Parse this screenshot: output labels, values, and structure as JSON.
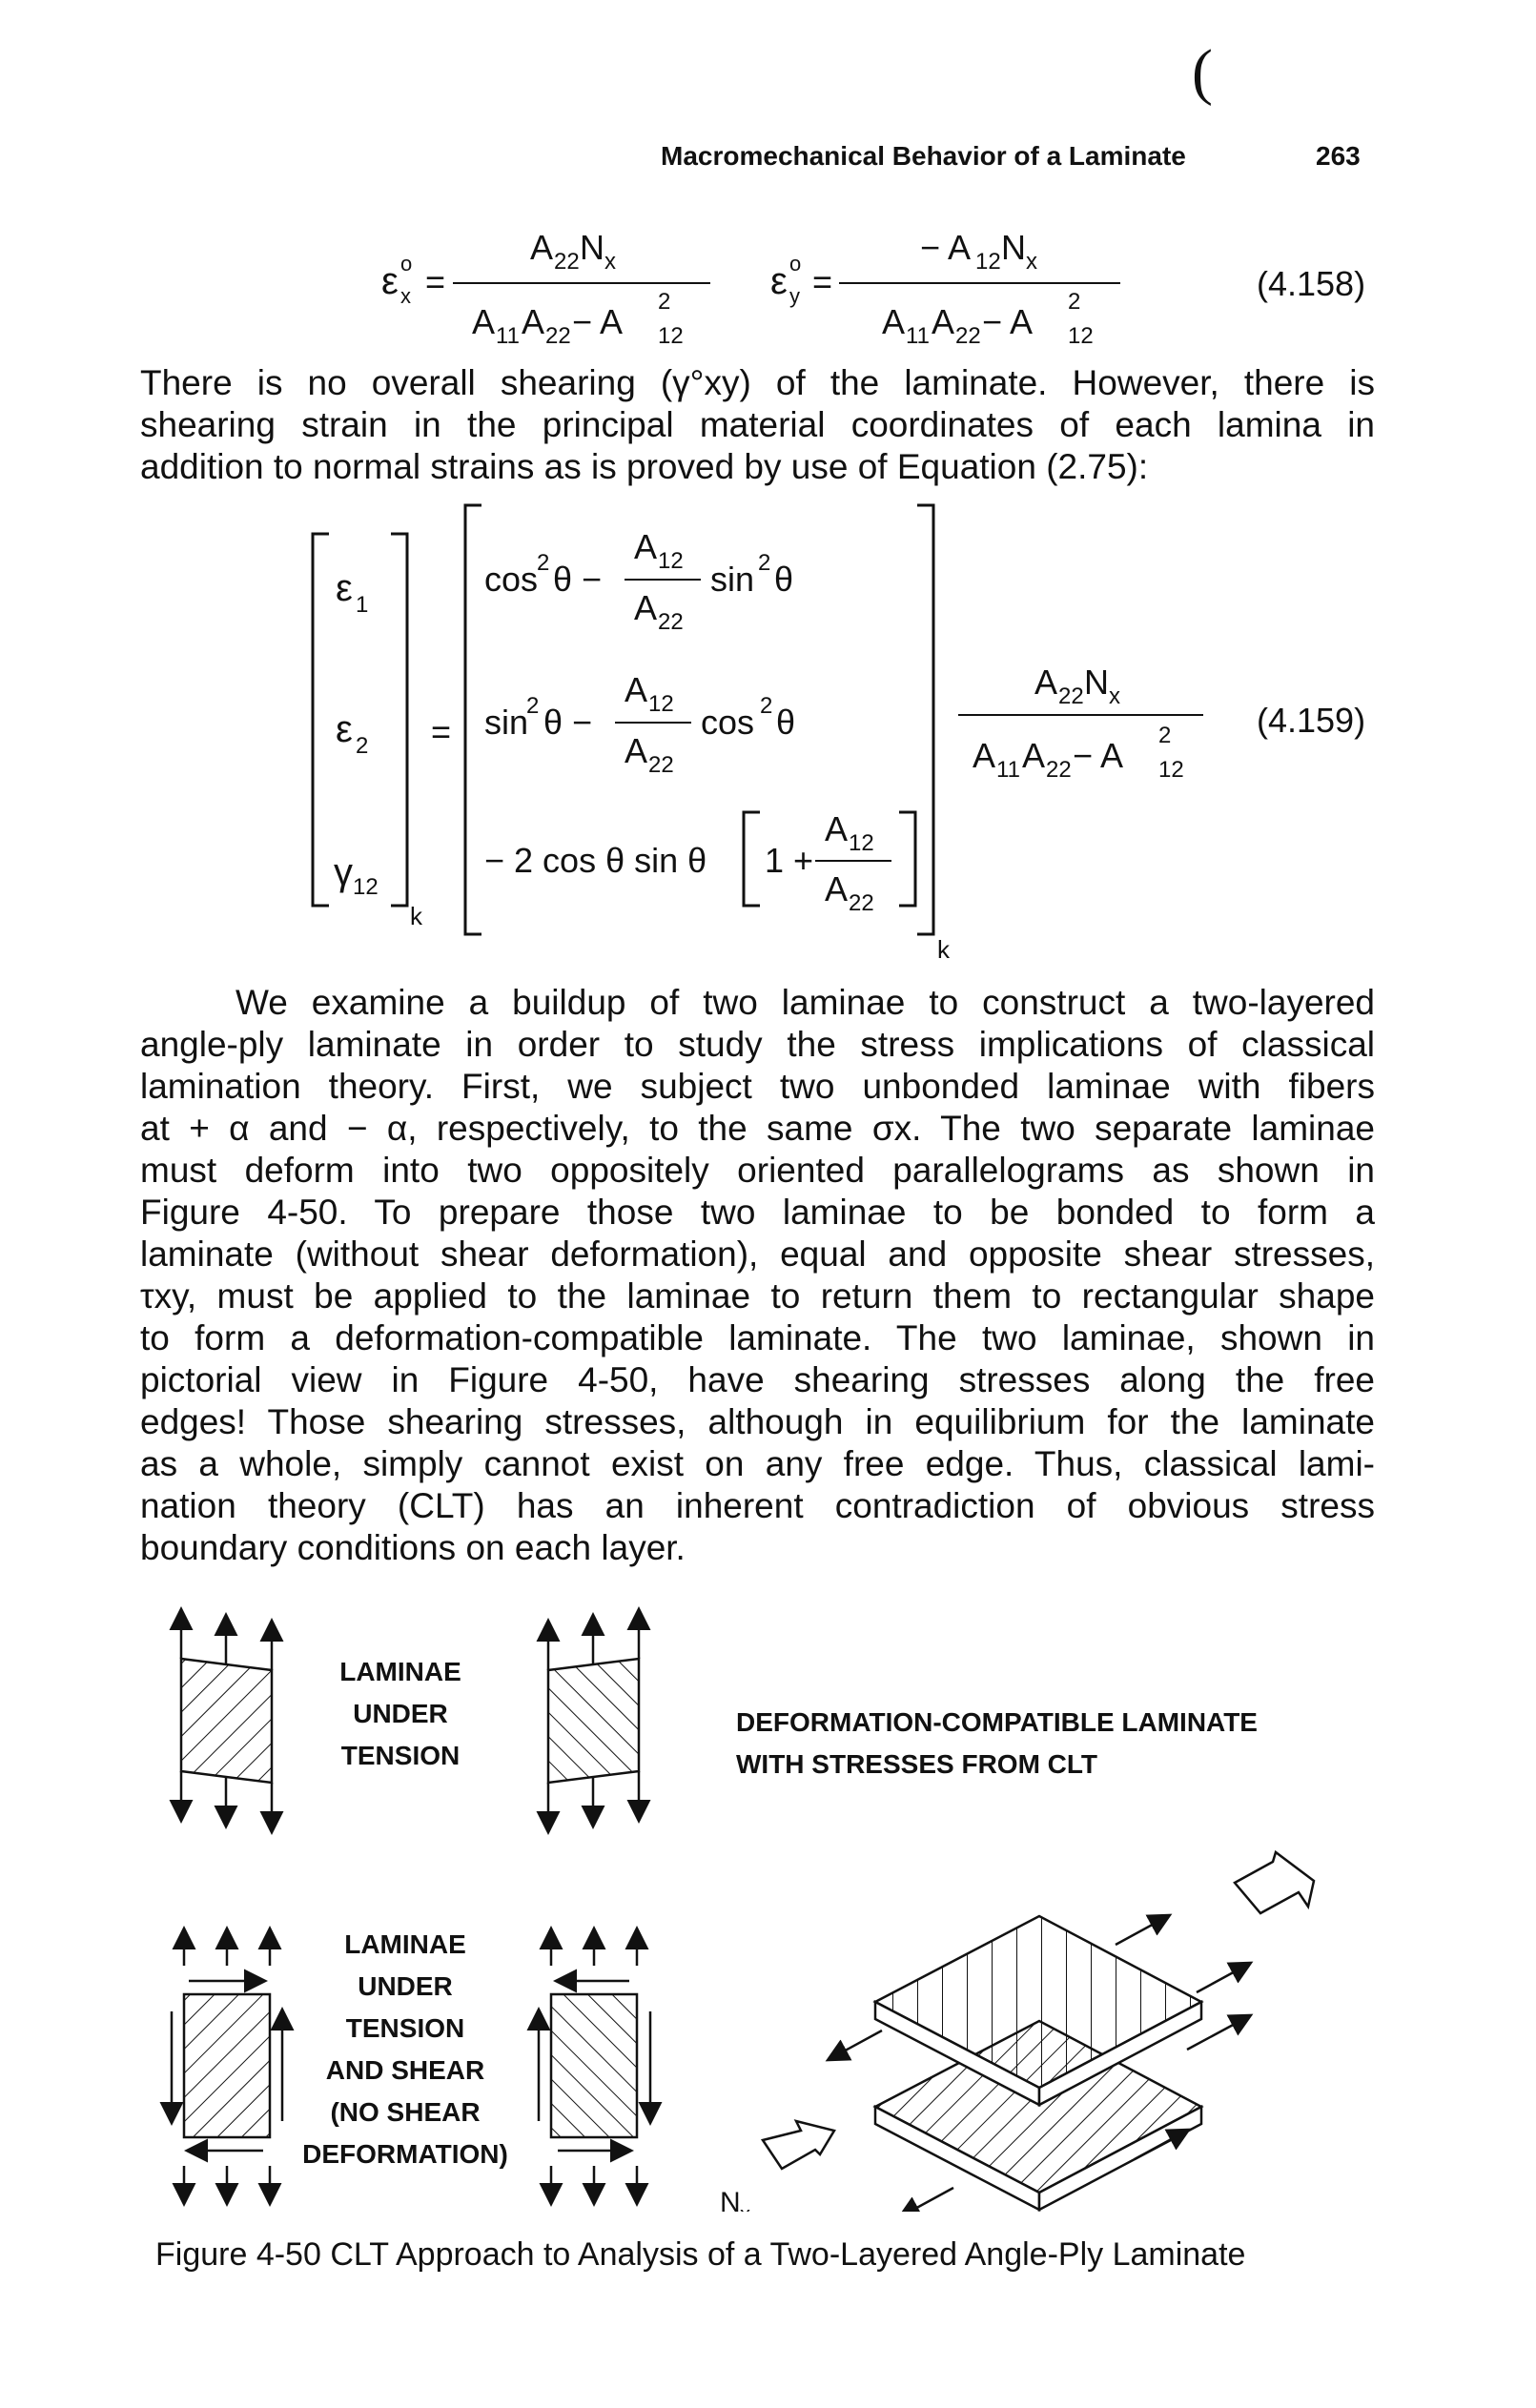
{
  "page": {
    "stray_mark": "(",
    "running_header": "Macromechanical Behavior of a Laminate",
    "page_number": "263"
  },
  "equations": {
    "eq_4158": {
      "lhs1": "ε",
      "lhs1_sup": "o",
      "lhs1_sub": "x",
      "num1": "A",
      "num1_sub_a": "22",
      "num1_n": "N",
      "num1_sub_b": "x",
      "den": "A",
      "den_sub1": "11",
      "den_mid": "A",
      "den_sub2": "22",
      "den_minus": " − A",
      "den_sup": "2",
      "den_sub3": "12",
      "lhs2": "ε",
      "lhs2_sup": "o",
      "lhs2_sub": "y",
      "num2": "− A",
      "num2_sub_a": "12",
      "num2_n": "N",
      "num2_sub_b": "x",
      "equals": "=",
      "number": "(4.158)"
    },
    "eq_4159": {
      "v1": "ε",
      "v1_sub": "1",
      "v2": "ε",
      "v2_sub": "2",
      "v3": "γ",
      "v3_sub": "12",
      "k": "k",
      "r1_a": "cos",
      "r1_b": "θ −",
      "r1_c": "sin",
      "r1_d": "θ",
      "r2_a": "sin",
      "r2_b": "θ −",
      "r2_c": "cos",
      "r2_d": "θ",
      "r3_a": "− 2 cos θ sin θ",
      "r3_b": "1 +",
      "frac_num": "A",
      "frac_num_sub": "12",
      "frac_den": "A",
      "frac_den_sub": "22",
      "sq": "2",
      "number": "(4.159)"
    }
  },
  "paragraph1": {
    "lines": [
      "There is no overall shearing (γ°xy) of the laminate. However, there is",
      "shearing strain in the principal material coordinates of each lamina in",
      "addition to normal strains as is proved by use of Equation (2.75):"
    ]
  },
  "paragraph2": {
    "lines": [
      "We examine a buildup of two laminae to construct a two-layered",
      "angle-ply laminate in order to study the stress implications of classical",
      "lamination theory. First, we subject two unbonded laminae with fibers",
      "at + α and − α, respectively, to the same σx. The two separate laminae",
      "must deform into two oppositely oriented parallelograms as shown in",
      "Figure 4-50. To prepare those two laminae to be bonded to form a",
      "laminate (without shear deformation), equal and opposite shear stresses,",
      "τxy, must be applied to the laminae to return them to rectangular shape",
      "to form a deformation-compatible laminate. The two laminae, shown in",
      "pictorial view in Figure 4-50, have shearing stresses along the free",
      "edges! Those shearing stresses, although in equilibrium for the laminate",
      "as a whole, simply cannot exist on any free edge. Thus, classical lami-",
      "nation theory (CLT) has an inherent contradiction of obvious stress",
      "boundary conditions on each layer."
    ]
  },
  "figure": {
    "label_tension": [
      "LAMINAE",
      "UNDER",
      "TENSION"
    ],
    "label_shear": [
      "LAMINAE",
      "UNDER",
      "TENSION",
      "AND SHEAR",
      "(NO SHEAR",
      "DEFORMATION)"
    ],
    "label_compatible": [
      "DEFORMATION-COMPATIBLE LAMINATE",
      "WITH STRESSES FROM CLT"
    ],
    "load_label": "N",
    "load_label_sub": "x",
    "caption": "Figure 4-50   CLT Approach to Analysis of a Two-Layered Angle-Ply Laminate"
  }
}
